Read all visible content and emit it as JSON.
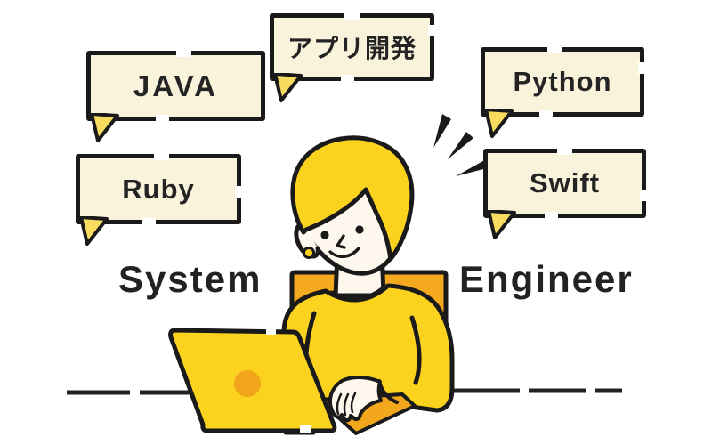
{
  "caption": {
    "left": "System",
    "right": "Engineer"
  },
  "bubbles": [
    {
      "id": "java",
      "label": "JAVA"
    },
    {
      "id": "appdev",
      "label": "アプリ開発"
    },
    {
      "id": "python",
      "label": "Python"
    },
    {
      "id": "ruby",
      "label": "Ruby"
    },
    {
      "id": "swift",
      "label": "Swift"
    }
  ],
  "illustration": {
    "subject": "person-with-yellow-hair-typing-on-laptop-at-desk",
    "colors": {
      "yellow": "#FBD31E",
      "orange": "#F2A71C",
      "chair_orange": "#F5A91F",
      "bubble_fill": "#FAF3DB",
      "tail_yellow": "#F7DC5F",
      "skin": "#FDF7EE",
      "outline": "#1A1A1A"
    }
  }
}
